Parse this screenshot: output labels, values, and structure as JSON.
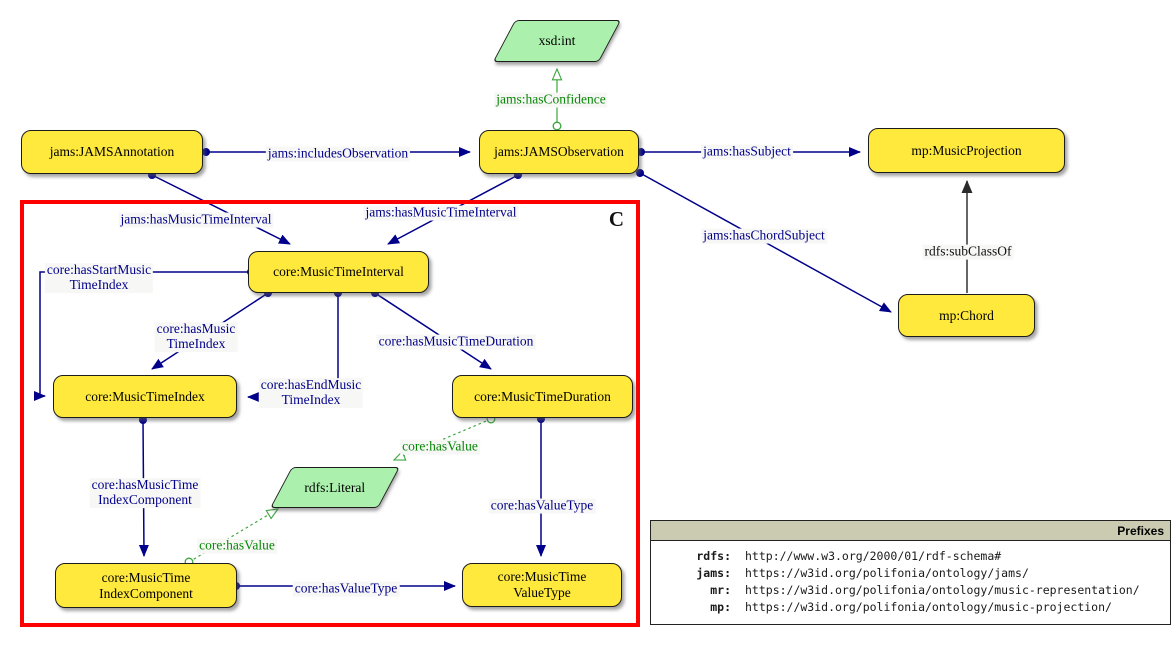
{
  "diagram": {
    "region_label": "C",
    "nodes": {
      "xsd_int": {
        "label": "xsd:int"
      },
      "jams_annotation": {
        "label": "jams:JAMSAnnotation"
      },
      "jams_observation": {
        "label": "jams:JAMSObservation"
      },
      "mp_music_projection": {
        "label": "mp:MusicProjection"
      },
      "mp_chord": {
        "label": "mp:Chord"
      },
      "core_music_time_interval": {
        "label": "core:MusicTimeInterval"
      },
      "core_music_time_index": {
        "label": "core:MusicTimeIndex"
      },
      "core_music_time_duration": {
        "label": "core:MusicTimeDuration"
      },
      "rdfs_literal": {
        "label": "rdfs:Literal"
      },
      "core_music_time_index_component": {
        "line1": "core:MusicTime",
        "line2": "IndexComponent"
      },
      "core_music_time_value_type": {
        "line1": "core:MusicTime",
        "line2": "ValueType"
      }
    },
    "edges": {
      "has_confidence": {
        "label": "jams:hasConfidence"
      },
      "includes_observation": {
        "label": "jams:includesObservation"
      },
      "has_subject": {
        "label": "jams:hasSubject"
      },
      "has_chord_subject": {
        "label": "jams:hasChordSubject"
      },
      "sub_class_of": {
        "label": "rdfs:subClassOf"
      },
      "has_music_time_interval_left": {
        "label": "jams:hasMusicTimeInterval"
      },
      "has_music_time_interval_right": {
        "label": "jams:hasMusicTimeInterval"
      },
      "has_start_music_time_index": {
        "line1": "core:hasStartMusic",
        "line2": "TimeIndex"
      },
      "has_music_time_index": {
        "line1": "core:hasMusic",
        "line2": "TimeIndex"
      },
      "has_end_music_time_index": {
        "line1": "core:hasEndMusic",
        "line2": "TimeIndex"
      },
      "has_music_time_duration": {
        "label": "core:hasMusicTimeDuration"
      },
      "has_music_time_index_component": {
        "line1": "core:hasMusicTime",
        "line2": "IndexComponent"
      },
      "has_value_upper": {
        "label": "core:hasValue"
      },
      "has_value_lower": {
        "label": "core:hasValue"
      },
      "has_value_type_vertical": {
        "label": "core:hasValueType"
      },
      "has_value_type_horizontal": {
        "label": "core:hasValueType"
      }
    },
    "colors": {
      "class_fill": "#FFE93C",
      "datatype_fill": "#ABF0AD",
      "object_property": "#00008B",
      "datatype_property": "#3AA63A",
      "subclass_line": "#3f3f3f",
      "region_border": "#FF0000",
      "prefixes_header_bg": "#CBCBB2"
    }
  },
  "prefixes_panel": {
    "title": "Prefixes",
    "rows": [
      {
        "prefix": "rdfs:",
        "uri": "http://www.w3.org/2000/01/rdf-schema#"
      },
      {
        "prefix": "jams:",
        "uri": "https://w3id.org/polifonia/ontology/jams/"
      },
      {
        "prefix": "mr:",
        "uri": "https://w3id.org/polifonia/ontology/music-representation/"
      },
      {
        "prefix": "mp:",
        "uri": "https://w3id.org/polifonia/ontology/music-projection/"
      }
    ]
  }
}
